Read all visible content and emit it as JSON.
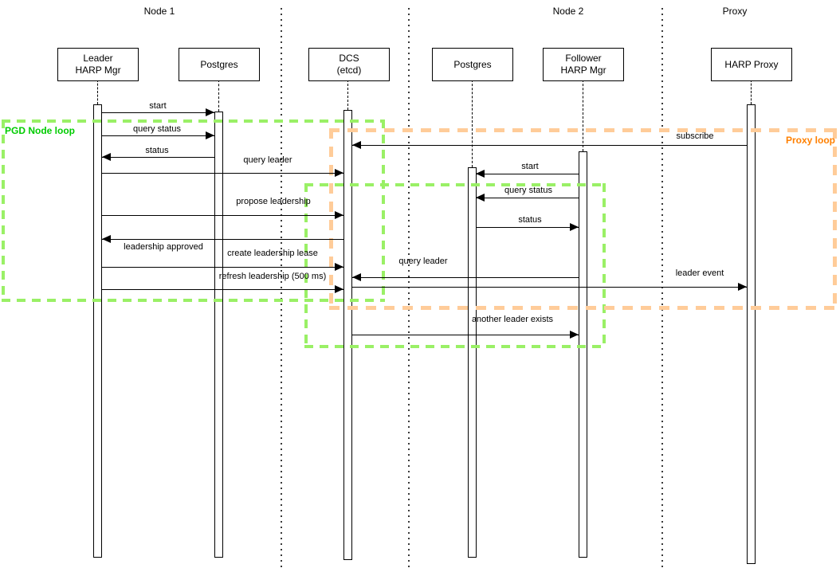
{
  "headers": [
    {
      "label": "Node 1"
    },
    {
      "label": "Node 2"
    },
    {
      "label": "Proxy"
    }
  ],
  "actors": [
    {
      "id": "leader-harp-mgr",
      "line1": "Leader",
      "line2": "HARP Mgr",
      "group": "Node 1"
    },
    {
      "id": "postgres-node1",
      "line1": "Postgres",
      "group": "Node 1"
    },
    {
      "id": "dcs-etcd",
      "line1": "DCS",
      "line2": "(etcd)",
      "group": ""
    },
    {
      "id": "postgres-node2",
      "line1": "Postgres",
      "group": "Node 2"
    },
    {
      "id": "follower-harp-mgr",
      "line1": "Follower",
      "line2": "HARP Mgr",
      "group": "Node 2"
    },
    {
      "id": "harp-proxy",
      "line1": "HARP Proxy",
      "group": "Proxy"
    }
  ],
  "messages": [
    {
      "label": "start",
      "from": "leader-harp-mgr",
      "to": "postgres-node1",
      "direction": "right"
    },
    {
      "label": "query status",
      "from": "leader-harp-mgr",
      "to": "postgres-node1",
      "direction": "right"
    },
    {
      "label": "status",
      "from": "postgres-node1",
      "to": "leader-harp-mgr",
      "direction": "left"
    },
    {
      "label": "query leader",
      "from": "leader-harp-mgr",
      "to": "dcs-etcd",
      "direction": "right"
    },
    {
      "label": "propose leadership",
      "from": "leader-harp-mgr",
      "to": "dcs-etcd",
      "direction": "right"
    },
    {
      "label": "leadership approved",
      "from": "dcs-etcd",
      "to": "leader-harp-mgr",
      "direction": "left"
    },
    {
      "label": "create leadership lease",
      "from": "leader-harp-mgr",
      "to": "dcs-etcd",
      "direction": "right"
    },
    {
      "label": "refresh leadership (500 ms)",
      "from": "leader-harp-mgr",
      "to": "dcs-etcd",
      "direction": "right"
    },
    {
      "label": "subscribe",
      "from": "harp-proxy",
      "to": "dcs-etcd",
      "direction": "left"
    },
    {
      "label": "start",
      "from": "follower-harp-mgr",
      "to": "postgres-node2",
      "direction": "left"
    },
    {
      "label": "query status",
      "from": "follower-harp-mgr",
      "to": "postgres-node2",
      "direction": "left"
    },
    {
      "label": "status",
      "from": "postgres-node2",
      "to": "follower-harp-mgr",
      "direction": "right"
    },
    {
      "label": "query leader",
      "from": "follower-harp-mgr",
      "to": "dcs-etcd",
      "direction": "left"
    },
    {
      "label": "leader event",
      "from": "dcs-etcd",
      "to": "harp-proxy",
      "direction": "right"
    },
    {
      "label": "another leader exists",
      "from": "dcs-etcd",
      "to": "follower-harp-mgr",
      "direction": "right"
    }
  ],
  "loops": {
    "pgd": {
      "label": "PGD Node loop",
      "text_color": "#00cc00",
      "dash_color": "#9af066"
    },
    "inner": {
      "label": "",
      "dash_color": "#9af066"
    },
    "proxy": {
      "label": "Proxy loop",
      "text_color": "#ff8000",
      "dash_color": "#ffcc99"
    }
  }
}
